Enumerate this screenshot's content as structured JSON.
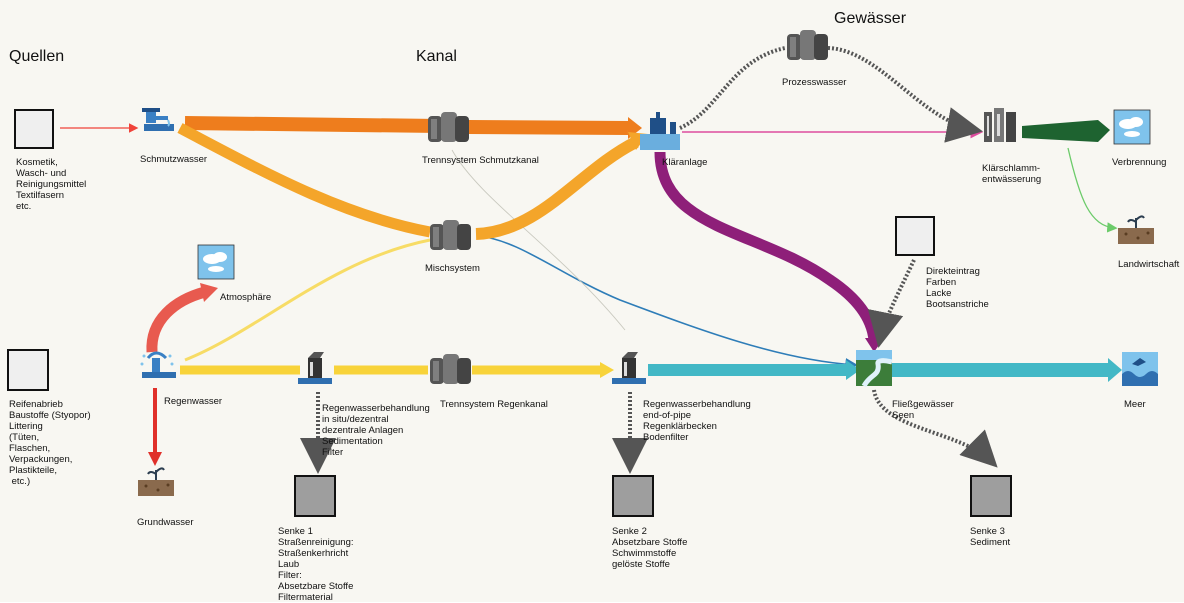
{
  "headers": {
    "quellen": "Quellen",
    "kanal": "Kanal",
    "gewaesser": "Gewässer"
  },
  "nodes": {
    "kosmetik": "Kosmetik,\nWasch- und\nReinigungsmittel\nTextilfasern\netc.",
    "reifen": "Reifenabrieb\nBaustoffe (Styopor)\nLittering\n(Tüten,\nFlaschen,\nVerpackungen,\nPlastikteile,\n etc.)",
    "schmutzwasser": "Schmutzwasser",
    "regenwasser": "Regenwasser",
    "atmosphaere": "Atmosphäre",
    "grundwasser": "Grundwasser",
    "trennsystem_schmutz": "Trennsystem Schmutzkanal",
    "mischsystem": "Mischsystem",
    "trennsystem_regen": "Trennsystem Regenkanal",
    "rwb1": "Regenwasserbehandlung\nin situ/dezentral\ndezentrale Anlagen\nSedimentation\nFilter",
    "rwb2": "Regenwasserbehandlung\nend-of-pipe\nRegenklärbecken\nBodenfilter",
    "klaeranlage": "Kläranlage",
    "prozesswasser": "Prozesswasser",
    "klaerschlamm": "Klärschlamm-\nentwässerung",
    "verbrennung": "Verbrennung",
    "landwirtschaft": "Landwirtschaft",
    "direkteintrag": "Direkteintrag\nFarben\nLacke\nBootsanstriche",
    "fliessgewaesser": "Fließgewässer\nSeen",
    "meer": "Meer",
    "senke1": "Senke 1\nStraßenreinigung:\nStraßenkerhricht\nLaub\nFilter:\nAbsetzbare Stoffe\nFiltermaterial",
    "senke2": "Senke 2\nAbsetzbare Stoffe\nSchwimmstoffe\ngelöste Stoffe",
    "senke3": "Senke 3\nSediment"
  },
  "colors": {
    "schmutz": "#ee7d1d",
    "misch": "#f4a52a",
    "regen": "#f8d33a",
    "regen_light": "#f7dc66",
    "atmo": "#e85a4f",
    "grund": "#e0302a",
    "klaer_fluss": "#8e1f79",
    "fluss": "#43b8c6",
    "misch_fluss": "#2e7db8",
    "schlamm": "#1e6330",
    "landw": "#6ccb6a",
    "kosmetik_line": "#f0433a",
    "prozess_line": "#dd4d9e",
    "sky": "#7fc3ec",
    "soil": "#8a6a4d"
  },
  "icons": [
    "tap-icon",
    "sprinkler-icon",
    "tanks-icon",
    "filter-icon",
    "treatment-plant-icon",
    "dewatering-icon",
    "cloud-icon",
    "soil-plant-icon",
    "river-icon",
    "sea-icon"
  ]
}
